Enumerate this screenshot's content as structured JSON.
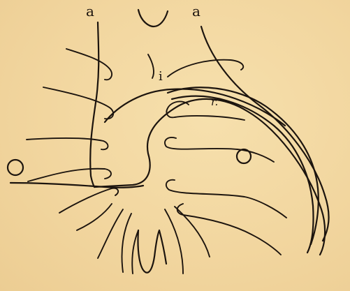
{
  "figure": {
    "labels": {
      "a_left": "a",
      "a_right": "a",
      "i": "i",
      "r": "r."
    },
    "ink_color": "#1c140e",
    "paper_color": "#f3d9a4"
  }
}
